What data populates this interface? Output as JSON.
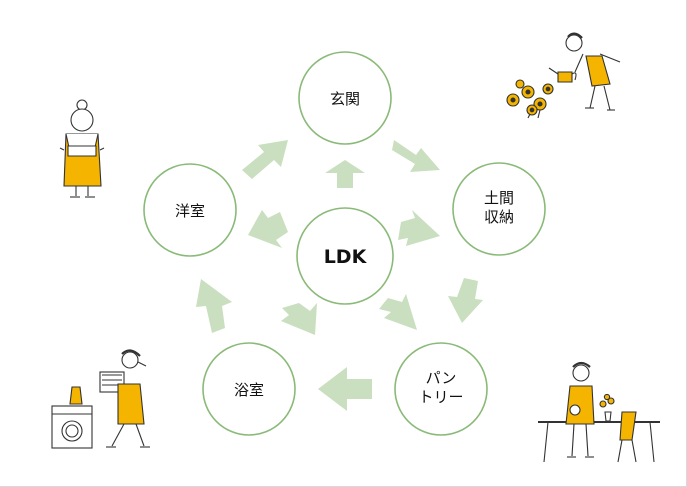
{
  "diagram": {
    "center": {
      "label": "LDK"
    },
    "rooms": [
      {
        "id": "genkan",
        "lines": [
          "玄関"
        ]
      },
      {
        "id": "doma",
        "lines": [
          "土間",
          "収納"
        ]
      },
      {
        "id": "pantry",
        "lines": [
          "パン",
          "トリー"
        ]
      },
      {
        "id": "bath",
        "lines": [
          "浴室"
        ]
      },
      {
        "id": "youshitsu",
        "lines": [
          "洋室"
        ]
      }
    ],
    "colors": {
      "circle_stroke": "#8aba78",
      "arrow_fill": "#c9dfbf",
      "figure_accent": "#f4b400",
      "figure_line": "#333333",
      "flower": "#f4b400"
    },
    "illustrations": [
      {
        "name": "gardening-woman-illustration"
      },
      {
        "name": "cooking-woman-illustration"
      },
      {
        "name": "laundry-woman-illustration"
      },
      {
        "name": "dining-woman-illustration"
      }
    ]
  }
}
